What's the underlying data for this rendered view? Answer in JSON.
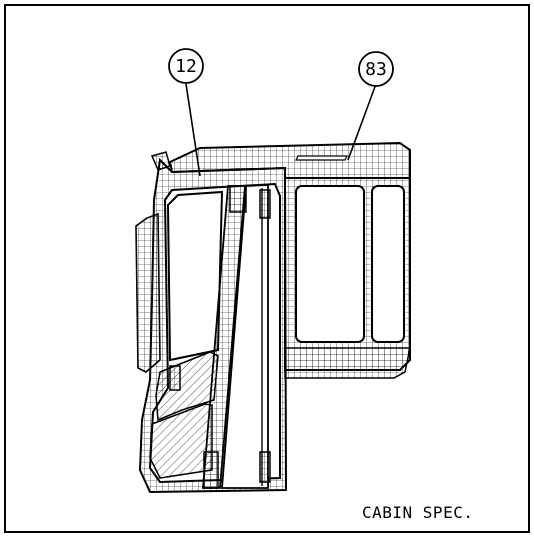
{
  "diagram": {
    "callouts": [
      {
        "label": "12"
      },
      {
        "label": "83"
      }
    ],
    "caption": "CABIN SPEC.",
    "line_color": "#000000",
    "background": "#ffffff"
  }
}
